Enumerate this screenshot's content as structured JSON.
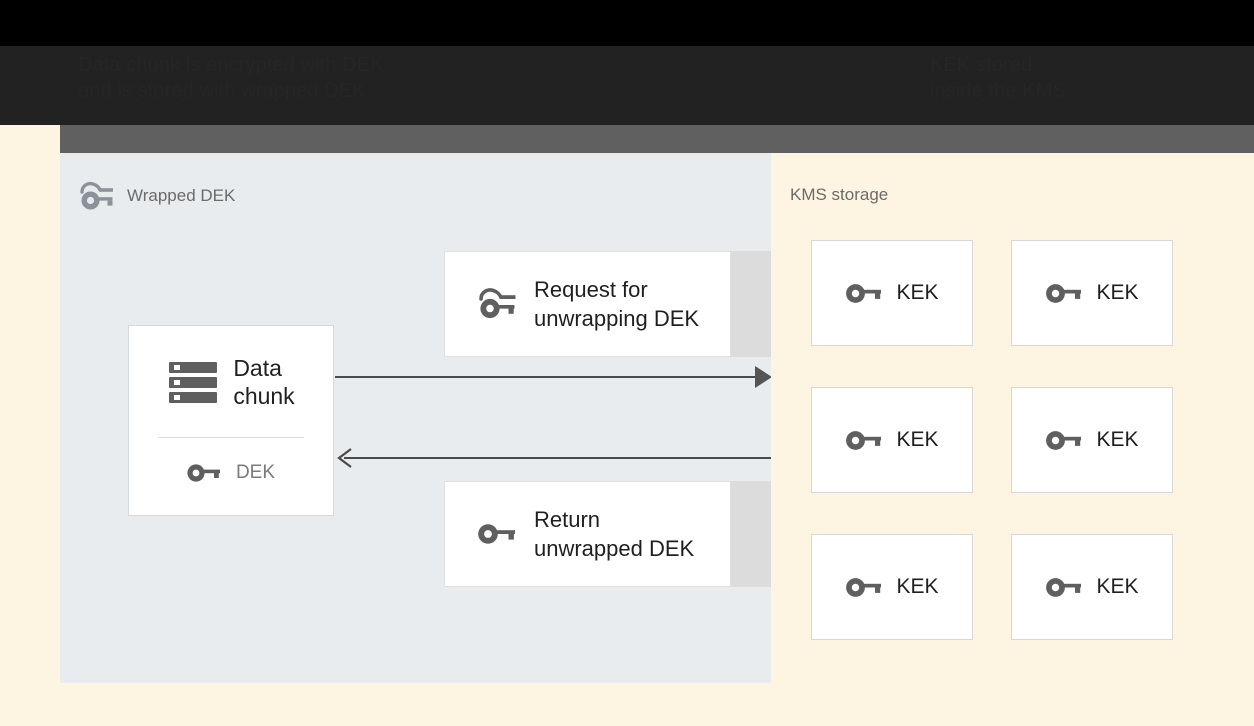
{
  "header": {
    "caption_left": "Data chunk is encrypted with DEK\nand is stored with wrapped DEK",
    "caption_right": "KEK stored\ninside the KMS",
    "bar_color": "#606060",
    "background_color": "#222222"
  },
  "data_panel": {
    "title": "Wrapped DEK",
    "title_icon": "wrapped-key-icon",
    "background_color": "#e8ecef",
    "data_chunk": {
      "icon": "server-stack-icon",
      "label": "Data\nchunk",
      "key_icon": "key-icon",
      "key_label": "DEK"
    },
    "messages": [
      {
        "icon": "wrapped-key-icon",
        "label": "Request for\nunwrapping DEK",
        "direction": "right"
      },
      {
        "icon": "key-icon",
        "label": "Return\nunwrapped DEK",
        "direction": "left"
      }
    ],
    "arrows": [
      {
        "name": "request-arrow",
        "direction": "right"
      },
      {
        "name": "return-arrow",
        "direction": "left"
      }
    ]
  },
  "kms_panel": {
    "title": "KMS storage",
    "background_color": "#fdf5e1",
    "keys": [
      {
        "icon": "key-icon",
        "label": "KEK"
      },
      {
        "icon": "key-icon",
        "label": "KEK"
      },
      {
        "icon": "key-icon",
        "label": "KEK"
      },
      {
        "icon": "key-icon",
        "label": "KEK"
      },
      {
        "icon": "key-icon",
        "label": "KEK"
      },
      {
        "icon": "key-icon",
        "label": "KEK"
      }
    ]
  },
  "colors": {
    "panel_data": "#e8ecef",
    "panel_kms": "#fdf5e1",
    "icon_grey": "#5f5f5f",
    "text_dark": "#1f1f1f",
    "text_muted": "#6b6b6b",
    "arrow": "#4a4a4a"
  }
}
